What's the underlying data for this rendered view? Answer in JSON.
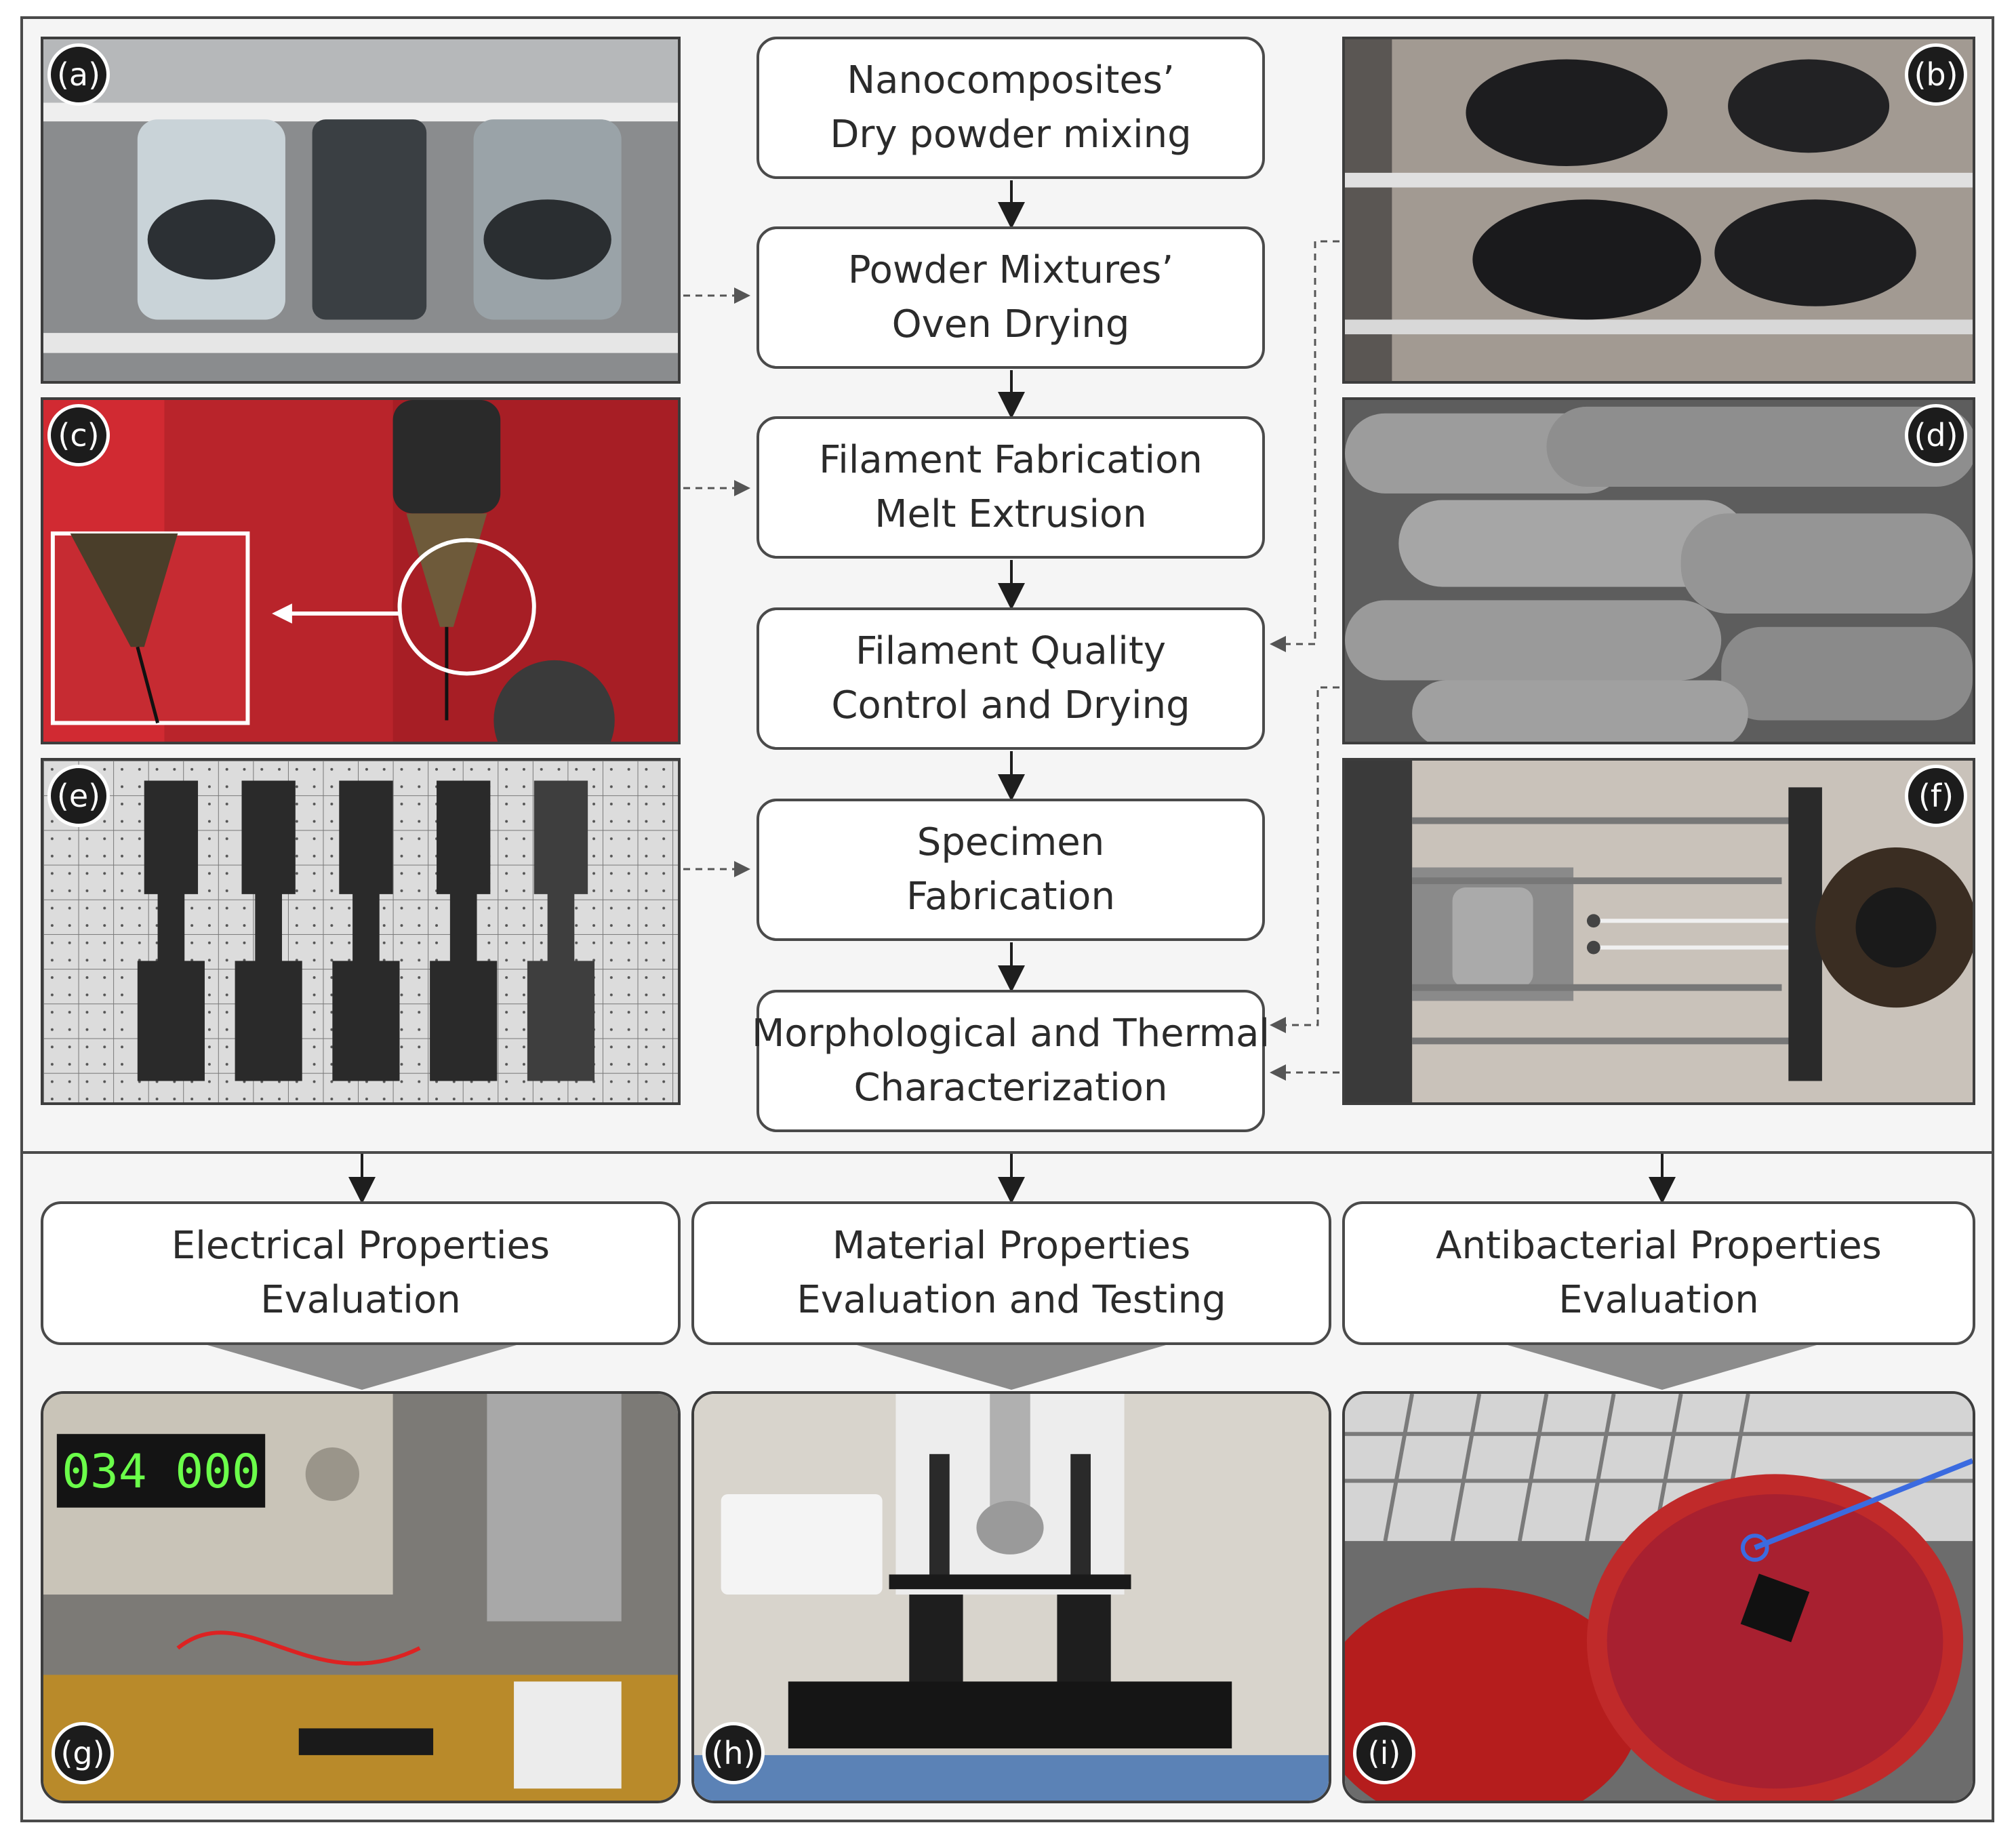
{
  "flow_steps": [
    {
      "line1": "Nanocomposites’",
      "line2": "Dry powder mixing"
    },
    {
      "line1": "Powder Mixtures’",
      "line2": "Oven Drying"
    },
    {
      "line1": "Filament Fabrication",
      "line2": "Melt Extrusion"
    },
    {
      "line1": "Filament Quality",
      "line2": "Control and Drying"
    },
    {
      "line1": "Specimen",
      "line2": "Fabrication"
    },
    {
      "line1": "Morphological and Thermal",
      "line2": "Characterization"
    }
  ],
  "evaluations": [
    {
      "line1": "Electrical Properties",
      "line2": "Evaluation"
    },
    {
      "line1": "Material Properties",
      "line2": "Evaluation and Testing"
    },
    {
      "line1": "Antibacterial Properties",
      "line2": "Evaluation"
    }
  ],
  "panels": {
    "a": "(a)",
    "b": "(b)",
    "c": "(c)",
    "d": "(d)",
    "e": "(e)",
    "f": "(f)",
    "g": "(g)",
    "h": "(h)",
    "i": "(i)"
  },
  "power_supply_display": "034 000"
}
